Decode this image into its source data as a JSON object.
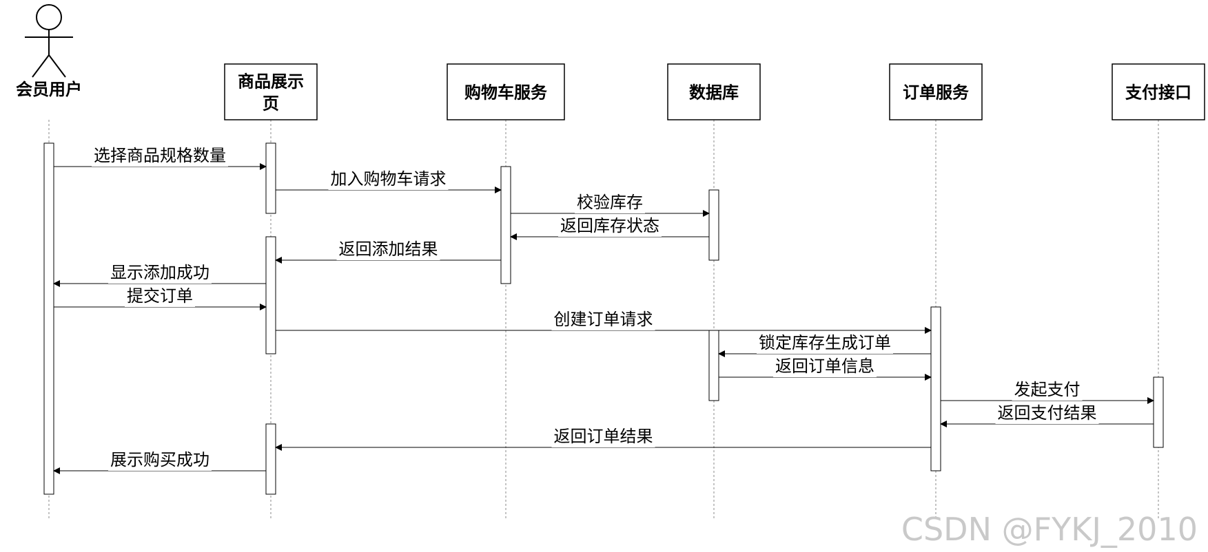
{
  "participants": [
    {
      "name": "会员用户",
      "kind": "actor"
    },
    {
      "name": "商品展示页",
      "kind": "box",
      "lines": [
        "商品展示",
        "页"
      ]
    },
    {
      "name": "购物车服务",
      "kind": "box"
    },
    {
      "name": "数据库",
      "kind": "box"
    },
    {
      "name": "订单服务",
      "kind": "box"
    },
    {
      "name": "支付接口",
      "kind": "box"
    }
  ],
  "messages": [
    {
      "from": 0,
      "to": 1,
      "label": "选择商品规格数量"
    },
    {
      "from": 1,
      "to": 2,
      "label": "加入购物车请求"
    },
    {
      "from": 2,
      "to": 3,
      "label": "校验库存"
    },
    {
      "from": 3,
      "to": 2,
      "label": "返回库存状态"
    },
    {
      "from": 2,
      "to": 1,
      "label": "返回添加结果"
    },
    {
      "from": 1,
      "to": 0,
      "label": "显示添加成功"
    },
    {
      "from": 0,
      "to": 1,
      "label": "提交订单"
    },
    {
      "from": 1,
      "to": 4,
      "label": "创建订单请求"
    },
    {
      "from": 4,
      "to": 3,
      "label": "锁定库存生成订单"
    },
    {
      "from": 3,
      "to": 4,
      "label": "返回订单信息"
    },
    {
      "from": 4,
      "to": 5,
      "label": "发起支付"
    },
    {
      "from": 5,
      "to": 4,
      "label": "返回支付结果"
    },
    {
      "from": 4,
      "to": 1,
      "label": "返回订单结果"
    },
    {
      "from": 1,
      "to": 0,
      "label": "展示购买成功"
    }
  ],
  "watermark": "CSDN @FYKJ_2010"
}
